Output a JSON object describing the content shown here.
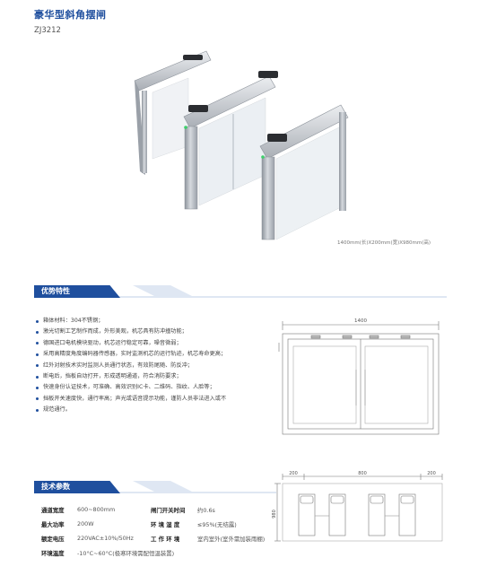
{
  "header": {
    "title": "豪华型斜角摆闸",
    "model": "ZJ3212"
  },
  "product": {
    "dimensions_caption": "1400mm(长)X200mm(宽)X980mm(高)"
  },
  "features_section": {
    "title": "优势特性",
    "items": [
      "箱体材料：304不锈钢；",
      "激光切割工艺制作而成，外形美观，机芯具有防冲撞功能；",
      "德国进口电机模块驱动，机芯运行稳定可靠，噪音微弱；",
      "采用高精度角度编码器传感器，实时监测机芯的运行轨迹，机芯寿命更高；",
      "红外对射技术实时监测人员通行状态，有效防尾随、防反冲；",
      "断电后，挡板自动打开，形成透明通道，符合消防要求；",
      "快速身份认证技术，可准确、高效识别IC卡、二维码、指纹、人脸等；",
      "挡板开关速度快，通行率高；声光或语音提示功能，谨防人员非法进入或不",
      "规范通行。"
    ]
  },
  "drawings": {
    "front_width_label": "1400",
    "top_labels": [
      "200",
      "800",
      "200"
    ],
    "top_height_label": "980"
  },
  "specs_section": {
    "title": "技术参数",
    "rows": [
      [
        {
          "label": "通道宽度",
          "value": "600~800mm"
        },
        {
          "label": "闸门开关时间",
          "value": "约0.6s"
        }
      ],
      [
        {
          "label": "最大功率",
          "value": "200W"
        },
        {
          "label": "环 境 湿 度",
          "value": "≤95%(无结露)"
        }
      ],
      [
        {
          "label": "额定电压",
          "value": "220VAC±10%/50Hz"
        },
        {
          "label": "工 作 环 境",
          "value": "室内室外(室外需加装雨棚)"
        }
      ],
      [
        {
          "label": "环境温度",
          "value": "-10°C~60°C(极寒环境需配恒温装置)"
        }
      ]
    ]
  },
  "colors": {
    "brand_blue": "#1f4f9e",
    "steel": "#b9bec6",
    "glass": "#dfe6ec"
  }
}
